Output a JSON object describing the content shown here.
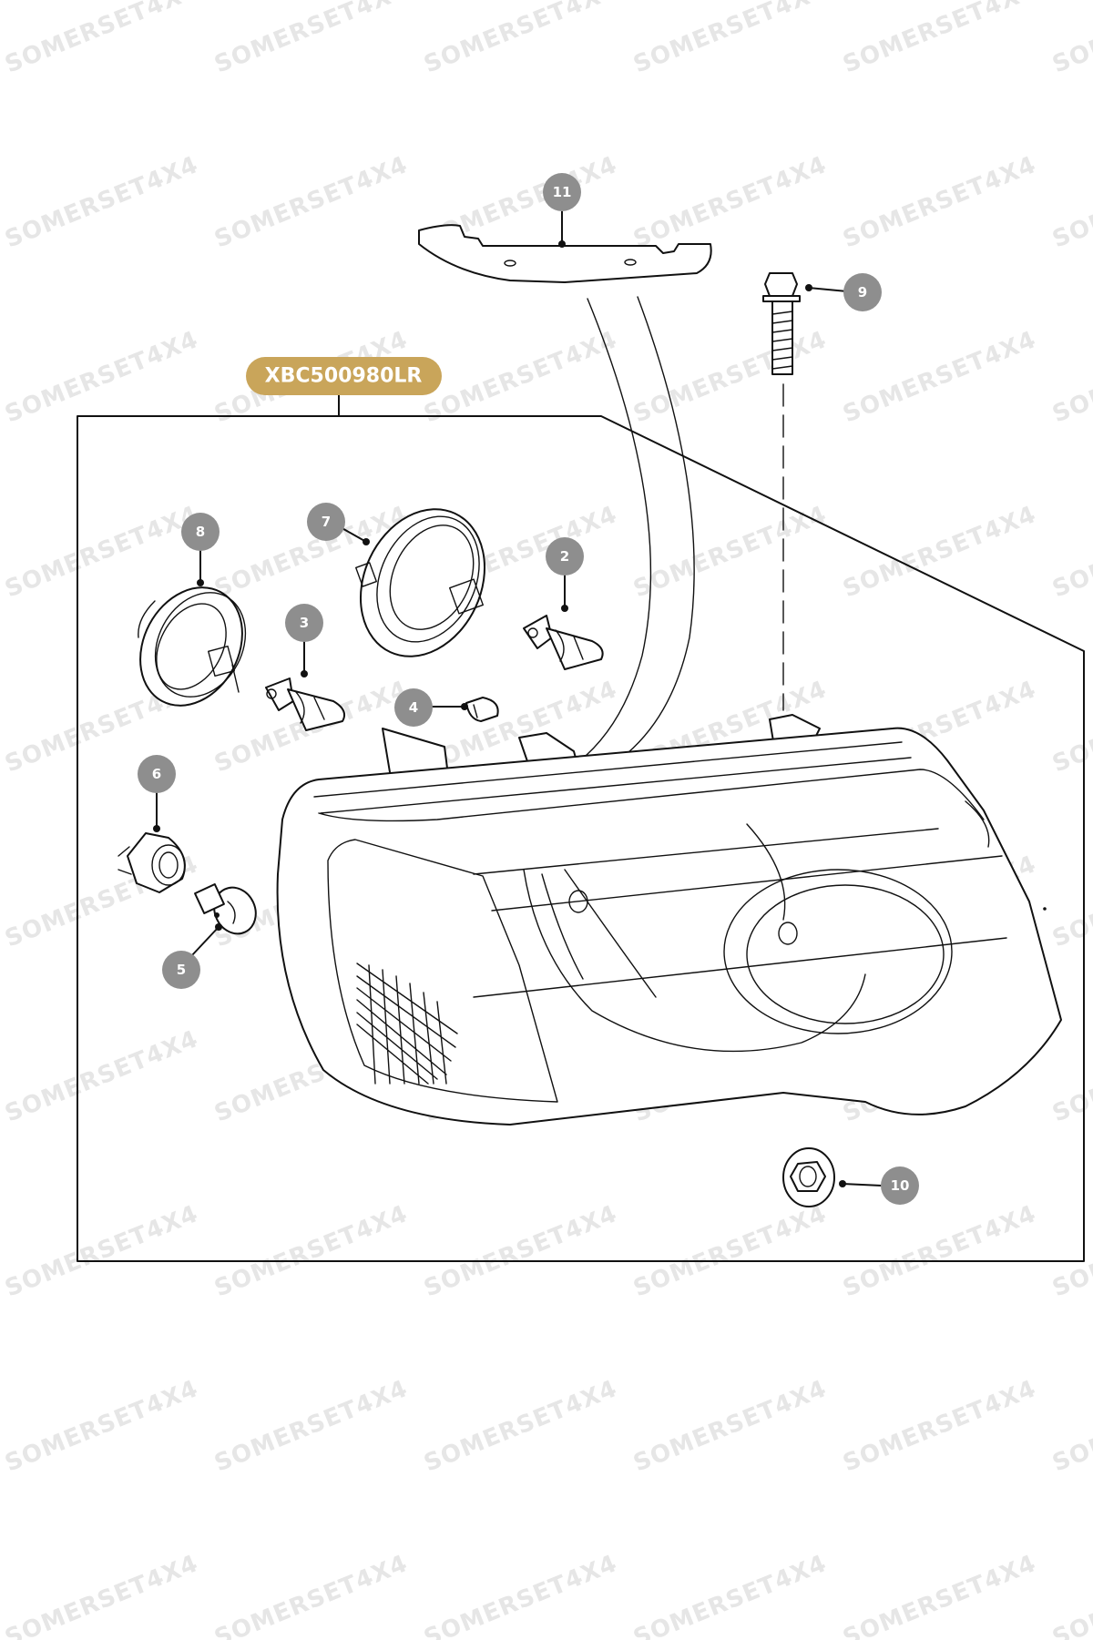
{
  "diagram": {
    "part_number": "XBC500980LR",
    "badge_color": "#c9a55a",
    "watermark": "SOMERSET4X4",
    "callouts": [
      {
        "label": "2"
      },
      {
        "label": "3"
      },
      {
        "label": "4"
      },
      {
        "label": "5"
      },
      {
        "label": "6"
      },
      {
        "label": "7"
      },
      {
        "label": "8"
      },
      {
        "label": "9"
      },
      {
        "label": "10"
      },
      {
        "label": "11"
      }
    ]
  }
}
